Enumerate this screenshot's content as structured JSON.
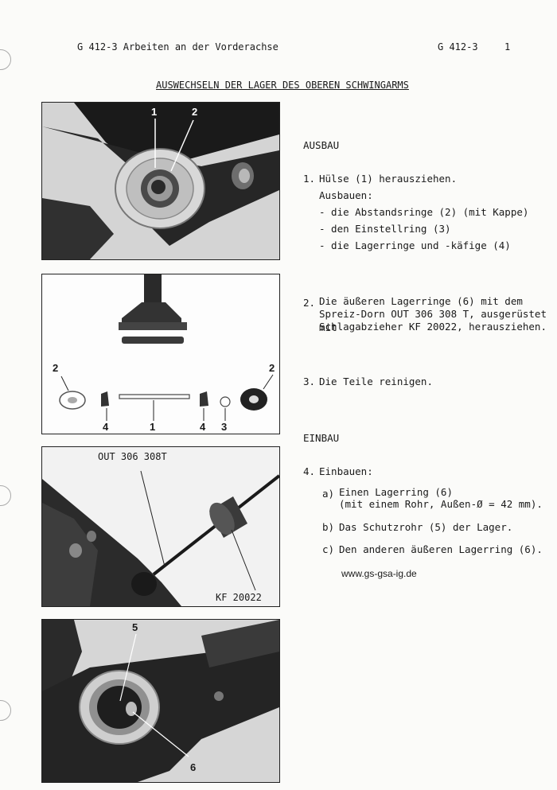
{
  "header": {
    "left": "G 412-3  Arbeiten an der Vorderachse",
    "code": "G 412-3",
    "page": "1"
  },
  "title": "AUSWECHSELN DER LAGER DES OBEREN SCHWINGARMS",
  "figures": {
    "fig1": {
      "labels": [
        "1",
        "2"
      ]
    },
    "fig2": {
      "labels": [
        "2",
        "2",
        "4",
        "1",
        "4",
        "3"
      ]
    },
    "fig3": {
      "tool_top": "OUT 306 308T",
      "tool_bottom": "KF 20022"
    },
    "fig4": {
      "labels": [
        "5",
        "6"
      ]
    }
  },
  "sections": {
    "ausbau": "AUSBAU",
    "step1": {
      "num": "1.",
      "text": "Hülse (1) herausziehen.",
      "sub": "Ausbauen:",
      "items": [
        "- die Abstandsringe (2) (mit Kappe)",
        "- den Einstellring (3)",
        "- die Lagerringe und -käfige (4)"
      ]
    },
    "step2": {
      "num": "2.",
      "lines": [
        "Die äußeren Lagerringe (6) mit dem",
        "Spreiz-Dorn OUT 306 308 T, ausgerüstet mit",
        "Schlagabzieher KF 20022, herausziehen."
      ]
    },
    "step3": {
      "num": "3.",
      "text": "Die Teile reinigen."
    },
    "einbau": "EINBAU",
    "step4": {
      "num": "4.",
      "text": "Einbauen:",
      "items": [
        {
          "l": "a)",
          "t": "Einen Lagerring (6)",
          "t2": "(mit einem Rohr, Außen-Ø = 42 mm)."
        },
        {
          "l": "b)",
          "t": "Das Schutzrohr (5) der Lager."
        },
        {
          "l": "c)",
          "t": "Den anderen äußeren Lagerring (6)."
        }
      ]
    },
    "url": "www.gs-gsa-ig.de"
  }
}
